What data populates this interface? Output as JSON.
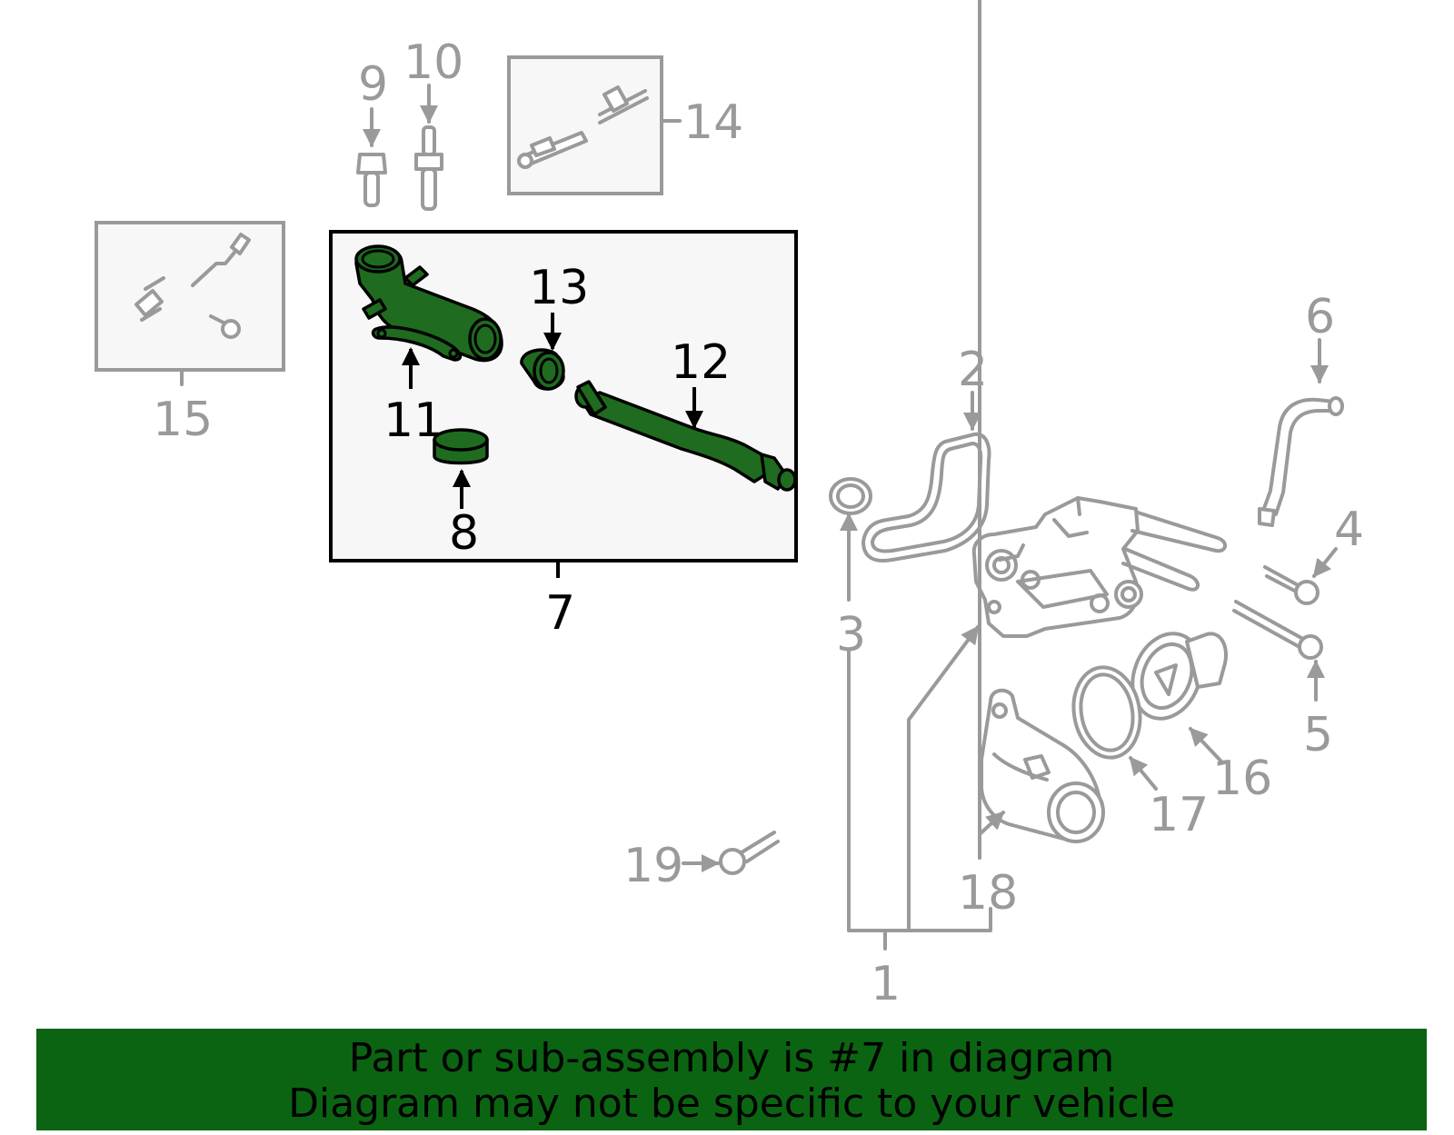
{
  "callouts": {
    "c1": "1",
    "c2": "2",
    "c3": "3",
    "c4": "4",
    "c5": "5",
    "c6": "6",
    "c7": "7",
    "c8": "8",
    "c9": "9",
    "c10": "10",
    "c11": "11",
    "c12": "12",
    "c13": "13",
    "c14": "14",
    "c15": "15",
    "c16": "16",
    "c17": "17",
    "c18": "18",
    "c19": "19"
  },
  "highlight_color": "#1f6b1f",
  "banner": {
    "line1": "Part or sub-assembly is #7 in diagram",
    "line2": "Diagram may not be specific to your vehicle",
    "background": "#0b6411"
  }
}
